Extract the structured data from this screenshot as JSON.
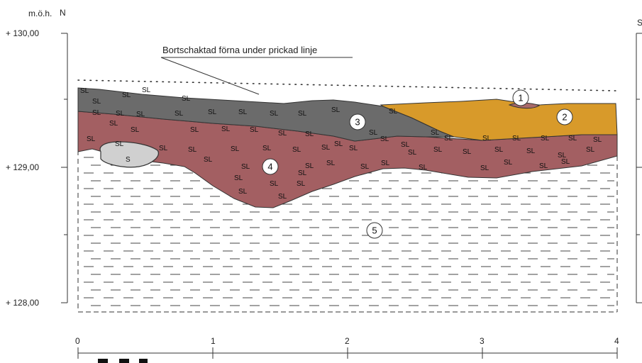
{
  "header": {
    "unit": "m.ö.h.",
    "north": "N",
    "south": "S"
  },
  "elevations": [
    "+ 130,00",
    "+ 129,00",
    "+ 128,00"
  ],
  "annotation": "Bortschaktad förna under prickad linje",
  "layers": [
    {
      "id": "1",
      "color": "#a86a6a"
    },
    {
      "id": "2",
      "color": "#d89a2a"
    },
    {
      "id": "3",
      "color": "#6b6b6b"
    },
    {
      "id": "4",
      "color": "#a35f62"
    },
    {
      "id": "5",
      "color": "#ffffff"
    }
  ],
  "stone_label": "S",
  "soil_label": "SL",
  "scale": [
    "0",
    "1",
    "2",
    "3",
    "4"
  ]
}
